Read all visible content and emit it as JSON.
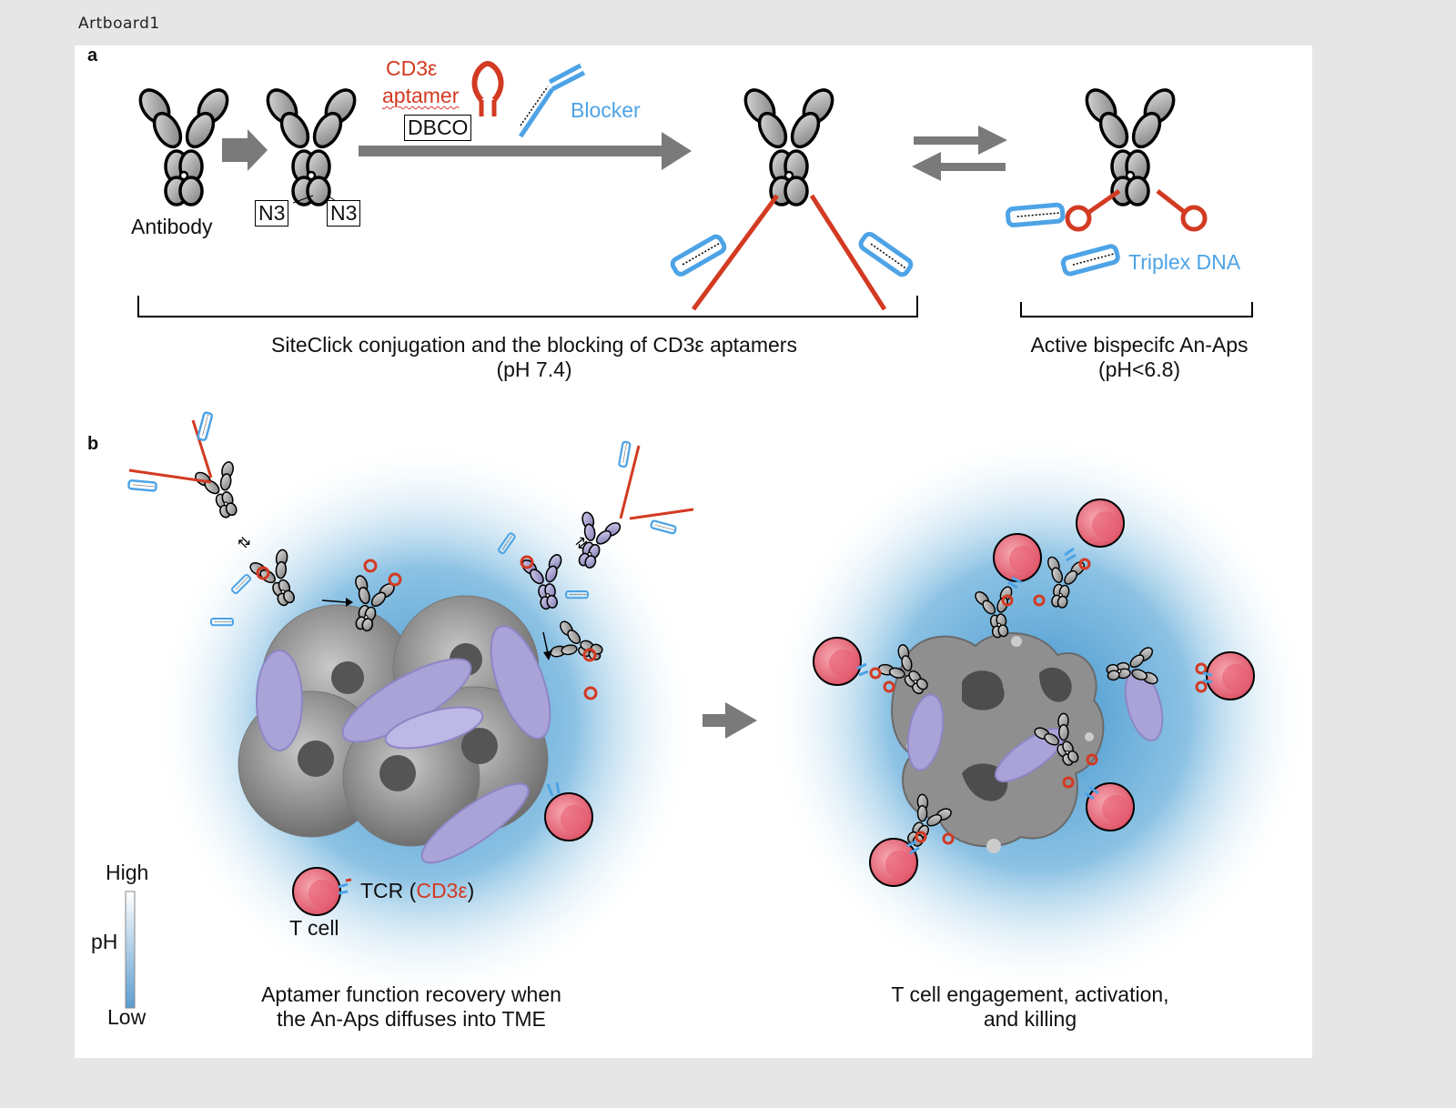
{
  "window": {
    "artboard_label": "Artboard1"
  },
  "panel_a": {
    "letter": "a",
    "cd3e_line1": "CD3ε",
    "cd3e_line2": "aptamer",
    "dbco": "DBCO",
    "blocker": "Blocker",
    "antibody": "Antibody",
    "n3_left": "N3",
    "n3_right": "N3",
    "triplex": "Triplex DNA",
    "caption_left_1": "SiteClick conjugation and the blocking of CD3ε aptamers",
    "caption_left_2": "(pH 7.4)",
    "caption_right_1": "Active bispecifc An-Aps",
    "caption_right_2": "(pH<6.8)"
  },
  "panel_b": {
    "letter": "b",
    "tcr_prefix": "TCR (",
    "tcr_cd3": "CD3ε",
    "tcr_suffix": ")",
    "t_cell": "T cell",
    "ph_high": "High",
    "ph_label": "pH",
    "ph_low": "Low",
    "caption_left_1": "Aptamer function recovery when",
    "caption_left_2": "the An-Aps diffuses into TME",
    "caption_right_1": "T cell engagement, activation,",
    "caption_right_2": "and killing"
  },
  "colors": {
    "aptamer_red": "#d33a22",
    "blocker_blue": "#4da3e6",
    "antibody_gray": "#9a9a9a",
    "tumor_gray": "#8a8a8a",
    "fibroblast_purple": "#a9a3d8",
    "tcell_pink": "#e8707e",
    "tme_blue": "#5aa7d6"
  }
}
